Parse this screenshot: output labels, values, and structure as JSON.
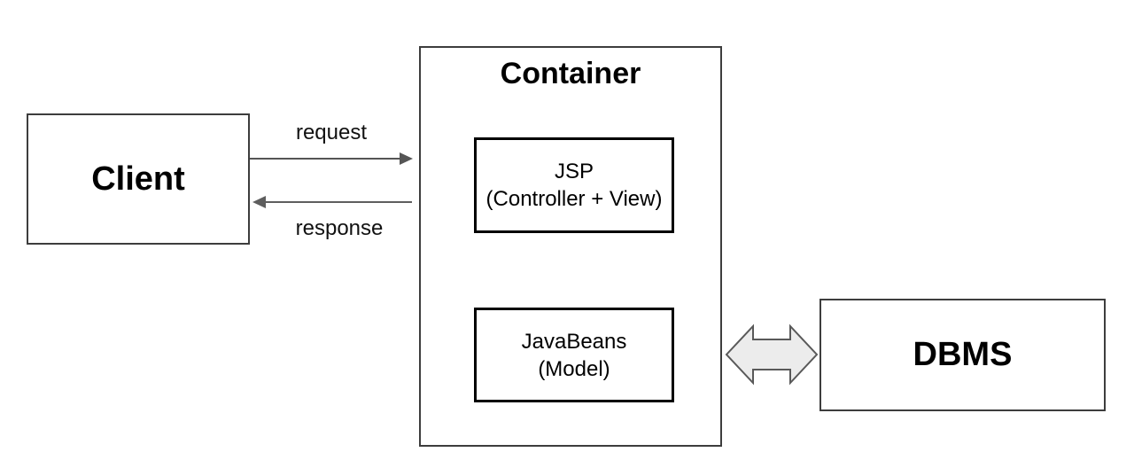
{
  "diagram": {
    "nodes": {
      "client": {
        "label": "Client"
      },
      "container": {
        "title": "Container"
      },
      "jsp": {
        "line1": "JSP",
        "line2": "(Controller + View)"
      },
      "javabeans": {
        "line1": "JavaBeans",
        "line2": "(Model)"
      },
      "dbms": {
        "label": "DBMS"
      }
    },
    "edges": {
      "request": {
        "label": "request",
        "direction": "client-to-container"
      },
      "response": {
        "label": "response",
        "direction": "container-to-client"
      },
      "db_link": {
        "type": "double-headed-block-arrow",
        "between": "container-and-dbms"
      }
    },
    "colors": {
      "background": "#ffffff",
      "outer_box_border": "#3d3d3d",
      "inner_box_border": "#000000",
      "arrow_line": "#555555",
      "block_arrow_fill": "#ececec",
      "block_arrow_stroke": "#595959",
      "text": "#000000"
    }
  }
}
